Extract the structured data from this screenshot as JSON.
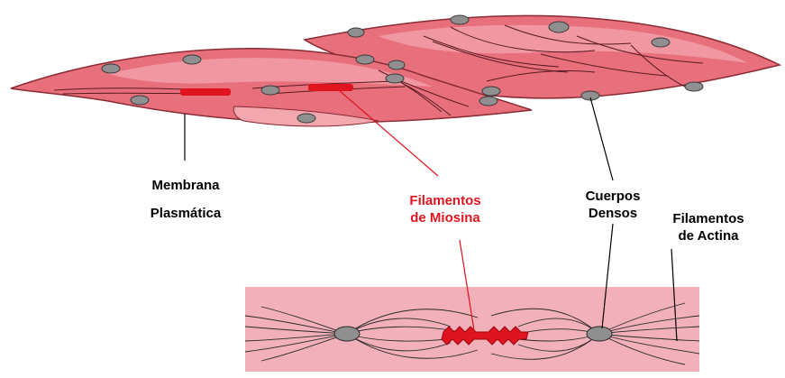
{
  "labels": {
    "membrana": {
      "line1": "Membrana",
      "line2": "Plasmática"
    },
    "miosina": {
      "line1": "Filamentos",
      "line2": "de Miosina"
    },
    "cuerpos": {
      "line1": "Cuerpos",
      "line2": "Densos"
    },
    "actina": {
      "line1": "Filamentos",
      "line2": "de Actina"
    }
  },
  "colors": {
    "cell_fill": "#e8707c",
    "cell_light": "#f3a8b0",
    "cell_stroke": "#8a2a34",
    "strip_fill": "#f2b0ba",
    "myosin": "#e0141e",
    "dense_body": "#8f8f8f",
    "leader_red": "#e0141e",
    "leader_black": "#000000"
  }
}
